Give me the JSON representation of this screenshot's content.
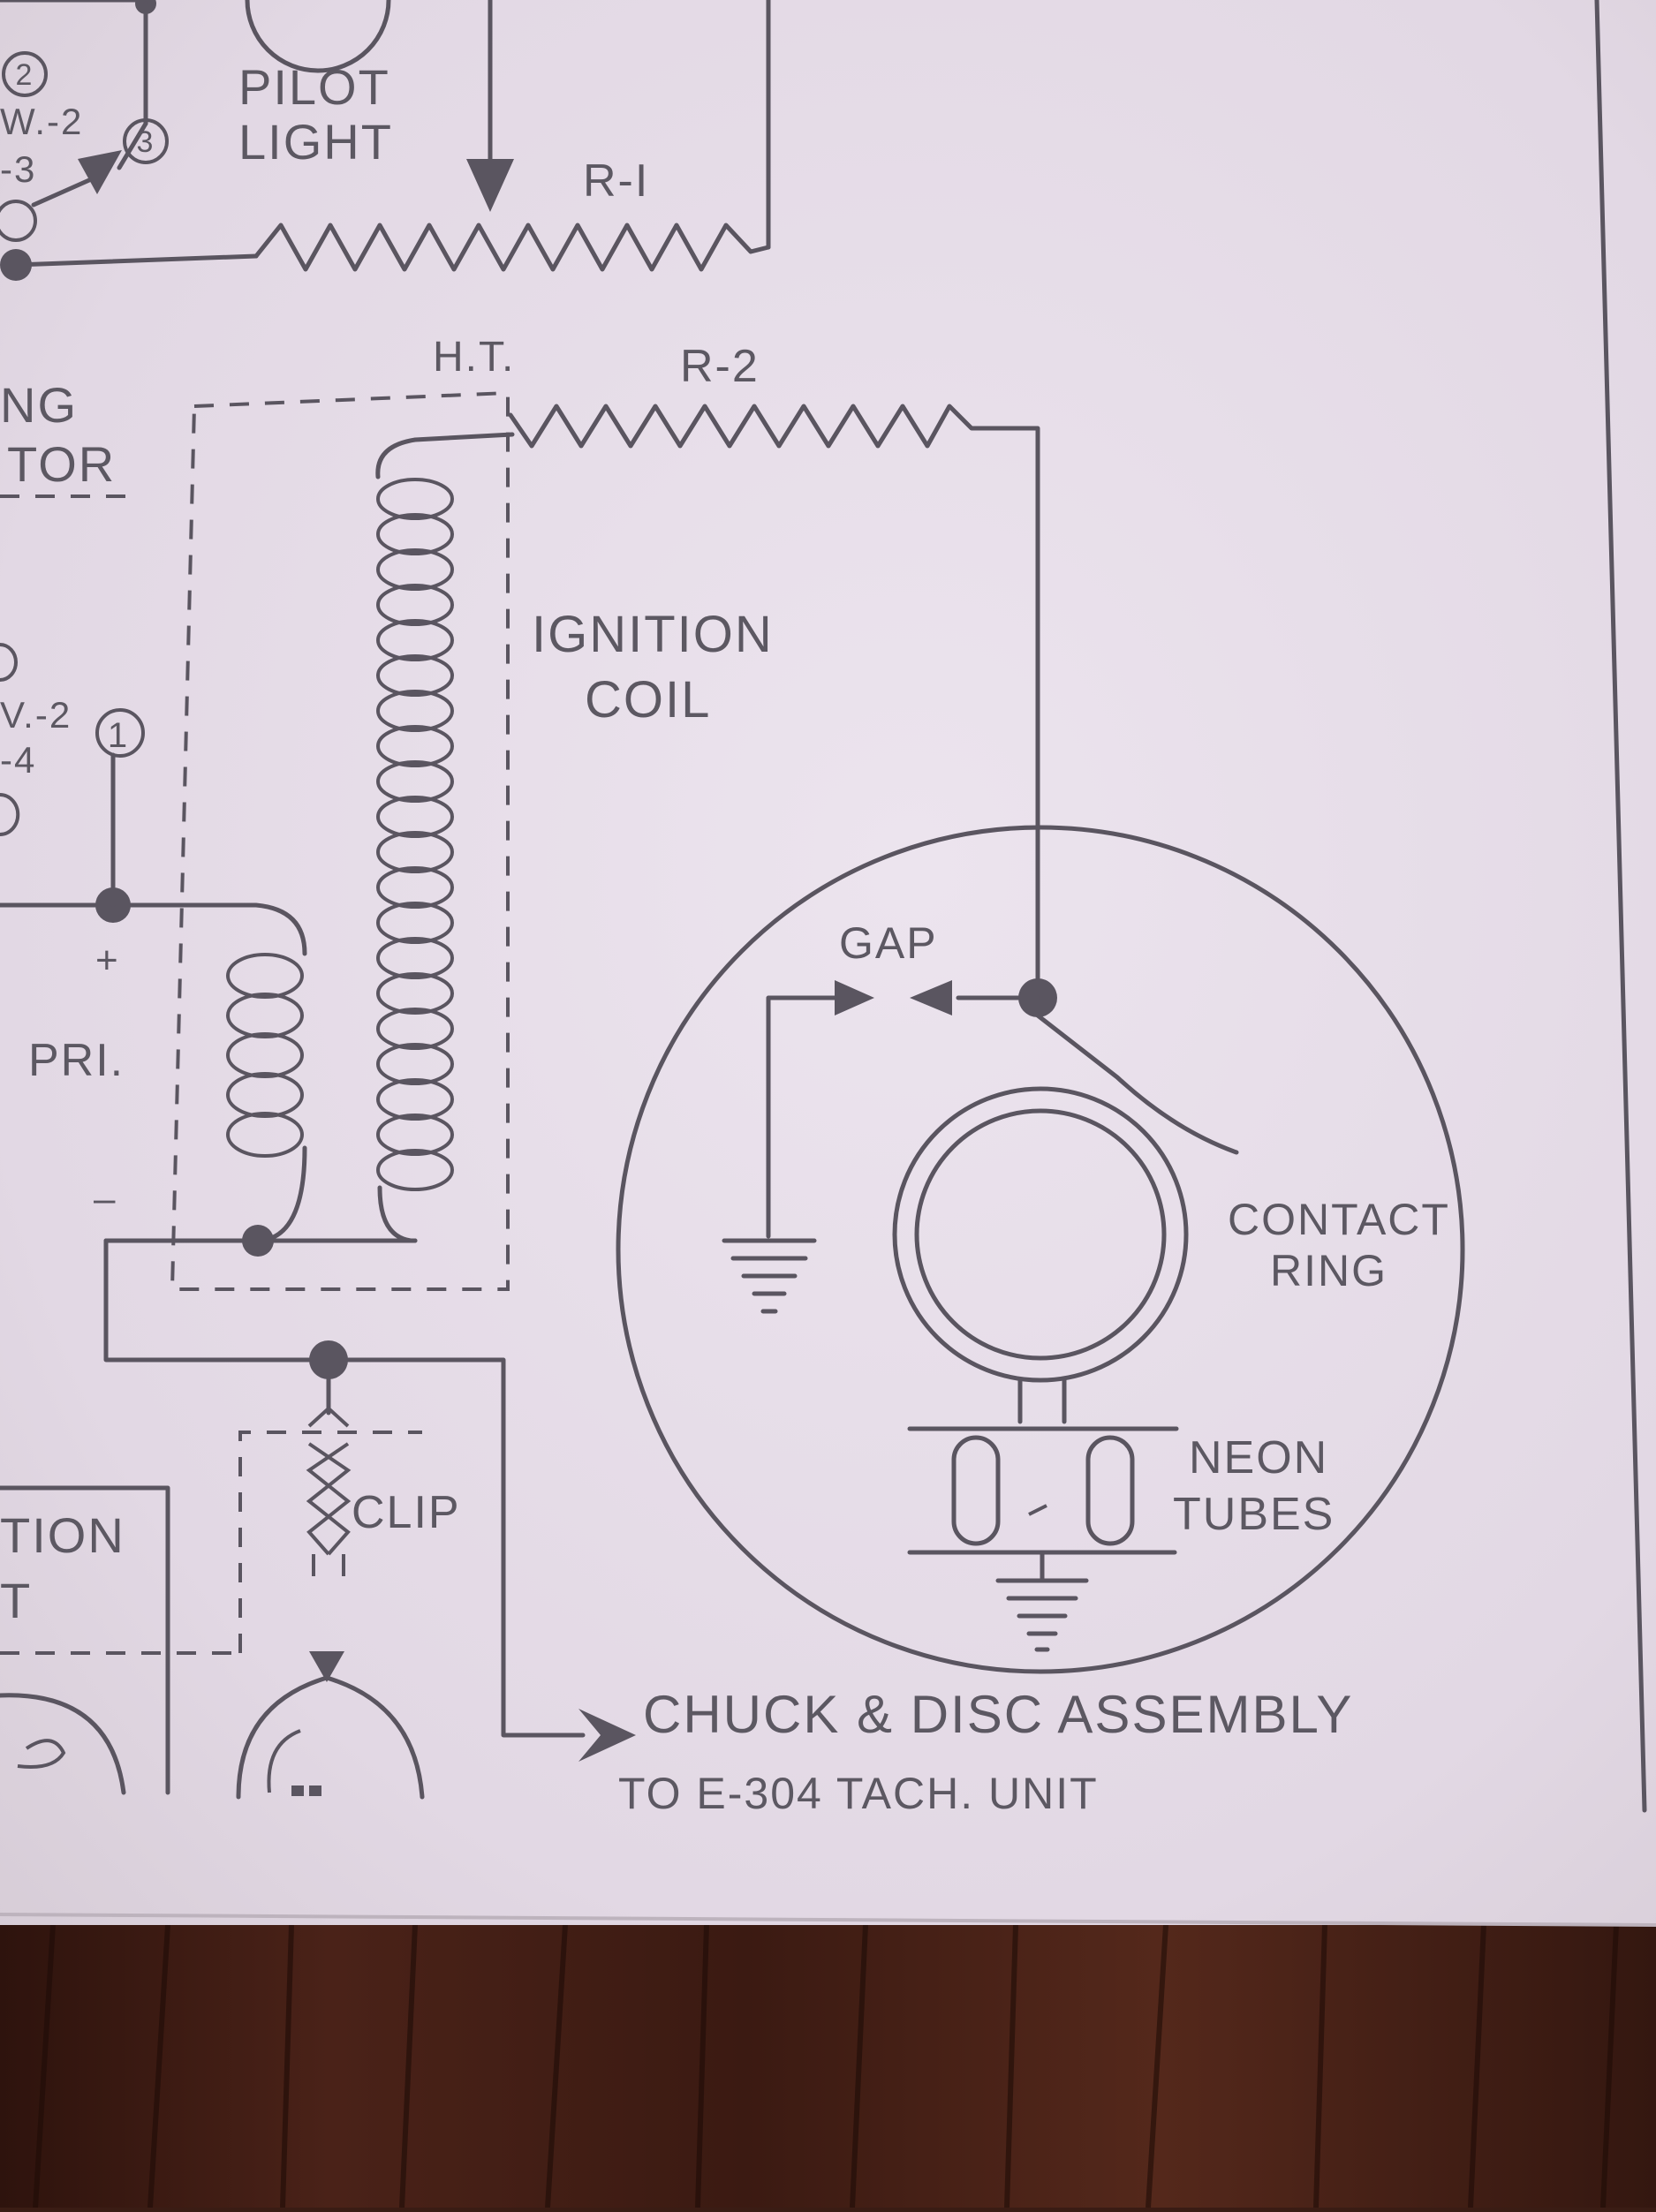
{
  "labels": {
    "pilot_light_1": "PILOT",
    "pilot_light_2": "LIGHT",
    "r1": "R-I",
    "ht": "H.T.",
    "r2": "R-2",
    "ng": "NG",
    "tor": "TOR",
    "ignition_coil_1": "IGNITION",
    "ignition_coil_2": "COIL",
    "w2_top": "W.-2",
    "dash3_top": "-3",
    "node2": "2",
    "node3": "3",
    "node1": "1",
    "w2_mid": "V.-2",
    "dash4": "-4",
    "plus": "+",
    "minus": "–",
    "pri": "PRI.",
    "gap": "GAP",
    "contact_ring_1": "CONTACT",
    "contact_ring_2": "RING",
    "neon_tubes_1": "NEON",
    "neon_tubes_2": "TUBES",
    "clip": "CLIP",
    "tion": "TION",
    "t": "T",
    "chuck_disc": "CHUCK & DISC ASSEMBLY",
    "to_tach": "TO E-304 TACH. UNIT"
  }
}
